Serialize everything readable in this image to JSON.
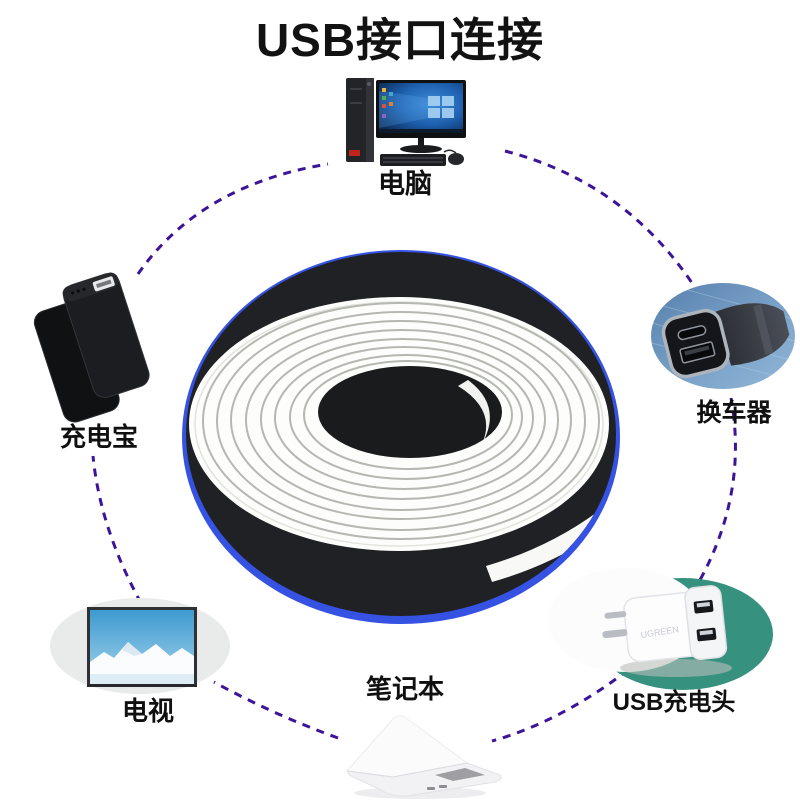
{
  "title": "USB接口连接",
  "devices": {
    "computer": {
      "label": "电脑"
    },
    "power_bank": {
      "label": "充电宝"
    },
    "car_charger": {
      "label": "换车器"
    },
    "tv": {
      "label": "电视"
    },
    "laptop": {
      "label": "笔记本"
    },
    "usb_charger": {
      "label": "USB充电头",
      "brand": "UGREEN"
    }
  },
  "colors": {
    "ring_blue": "#3552e2",
    "dash_purple": "#3c149a",
    "strip_body_black": "#202124",
    "strip_face_white": "#fdfdfb",
    "charger_pad_teal": "#37917f"
  }
}
